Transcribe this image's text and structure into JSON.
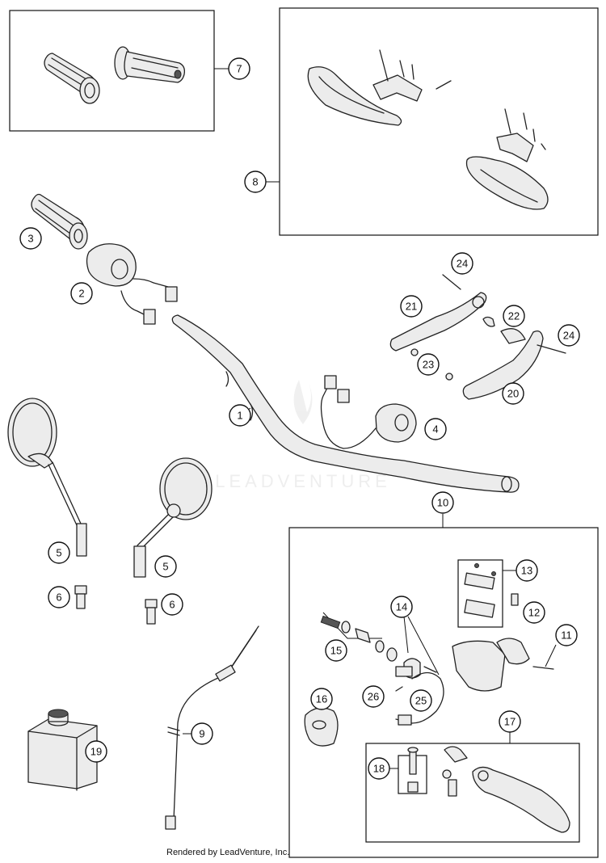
{
  "watermark": "LEADVENTURE",
  "credit": "Rendered by LeadVenture, Inc.",
  "callouts": [
    "1",
    "2",
    "3",
    "4",
    "5",
    "5",
    "6",
    "6",
    "7",
    "8",
    "9",
    "10",
    "11",
    "12",
    "13",
    "14",
    "15",
    "16",
    "17",
    "18",
    "19",
    "20",
    "21",
    "22",
    "23",
    "24",
    "24",
    "25",
    "26"
  ]
}
